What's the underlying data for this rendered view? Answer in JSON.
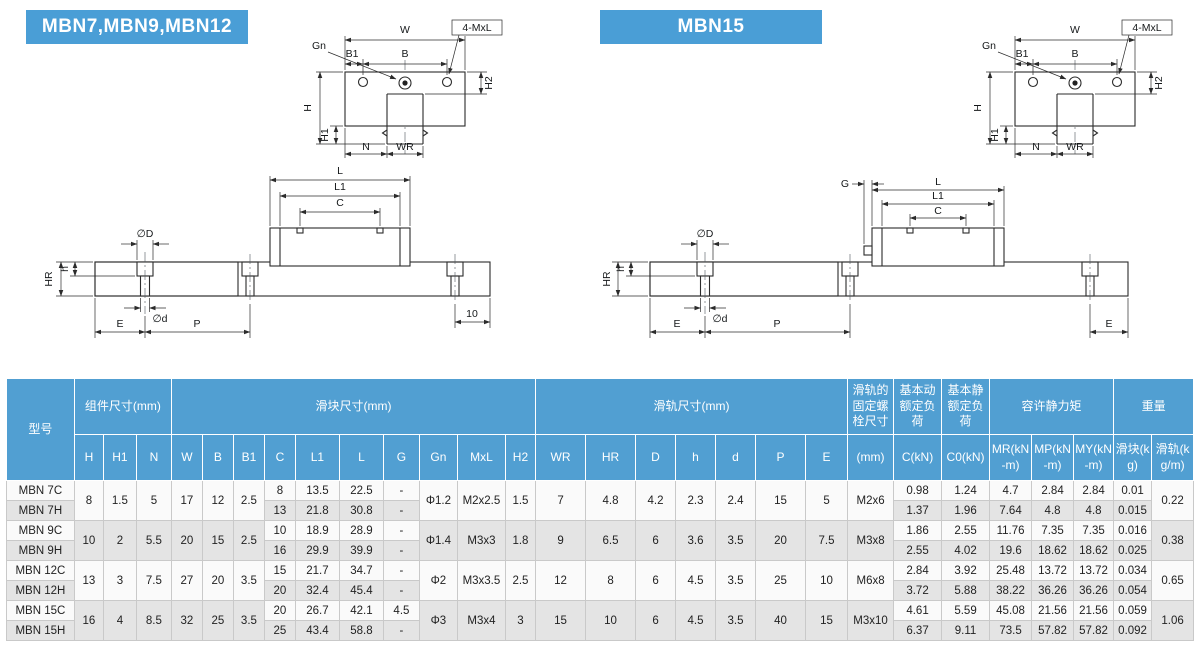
{
  "colors": {
    "accent": "#4a9ed6",
    "header-blue": "#519fd2",
    "row-white": "#fafafa",
    "row-gray": "#e4e4e4",
    "line": "#2b2b2b"
  },
  "diagrams": {
    "left": {
      "title": "MBN7,MBN9,MBN12",
      "labels": {
        "W": "W",
        "B1": "B1",
        "B": "B",
        "Gn": "Gn",
        "MxL4": "4-MxL",
        "H": "H",
        "H1": "H1",
        "H2": "H2",
        "N": "N",
        "WR": "WR",
        "L": "L",
        "L1": "L1",
        "C": "C",
        "DD": "∅D",
        "dd": "∅d",
        "HR": "HR",
        "h": "h",
        "E": "E",
        "P": "P",
        "end10": "10"
      }
    },
    "right": {
      "title": "MBN15",
      "labels": {
        "W": "W",
        "B1": "B1",
        "B": "B",
        "Gn": "Gn",
        "MxL4": "4-MxL",
        "H": "H",
        "H1": "H1",
        "H2": "H2",
        "N": "N",
        "WR": "WR",
        "G": "G",
        "L": "L",
        "L1": "L1",
        "C": "C",
        "DD": "∅D",
        "dd": "∅d",
        "HR": "HR",
        "h": "h",
        "E1": "E",
        "P": "P",
        "E2": "E"
      }
    }
  },
  "table": {
    "header": {
      "model": "型号",
      "group_assembly": "组件尺寸(mm)",
      "group_block": "滑块尺寸(mm)",
      "group_rail": "滑轨尺寸(mm)",
      "group_bolt": "滑轨的固定螺栓尺寸",
      "group_dynamic": "基本动额定负荷",
      "group_static": "基本静额定负荷",
      "group_moment": "容许静力矩",
      "group_weight": "重量",
      "sub": {
        "H": "H",
        "H1": "H1",
        "N": "N",
        "W": "W",
        "B": "B",
        "B1": "B1",
        "C": "C",
        "L1": "L1",
        "L": "L",
        "G": "G",
        "Gn": "Gn",
        "MxL": "MxL",
        "H2": "H2",
        "WR": "WR",
        "HR": "HR",
        "D": "D",
        "h": "h",
        "d": "d",
        "P": "P",
        "E": "E",
        "bolt_mm": "(mm)",
        "CkN": "C(kN)",
        "C0kN": "C0(kN)",
        "MR": "MR(kN-m)",
        "MP": "MP(kN-m)",
        "MY": "MY(kN-m)",
        "block": "滑块(kg)",
        "rail": "滑轨(kg/m)"
      }
    },
    "pairs": [
      {
        "shared": {
          "H": "8",
          "H1": "1.5",
          "N": "5",
          "W": "17",
          "B": "12",
          "B1": "2.5",
          "Gn": "Φ1.2",
          "MxL": "M2x2.5",
          "H2": "1.5",
          "WR": "7",
          "HR": "4.8",
          "D": "4.2",
          "h": "2.3",
          "d": "2.4",
          "P": "15",
          "E": "5",
          "bolt": "M2x6",
          "rail": "0.22"
        },
        "rows": [
          {
            "model": "MBN 7C",
            "C": "8",
            "L1": "13.5",
            "L": "22.5",
            "G": "-",
            "CkN": "0.98",
            "C0kN": "1.24",
            "MR": "4.7",
            "MP": "2.84",
            "MY": "2.84",
            "blk": "0.01"
          },
          {
            "model": "MBN 7H",
            "C": "13",
            "L1": "21.8",
            "L": "30.8",
            "G": "-",
            "CkN": "1.37",
            "C0kN": "1.96",
            "MR": "7.64",
            "MP": "4.8",
            "MY": "4.8",
            "blk": "0.015"
          }
        ]
      },
      {
        "shared": {
          "H": "10",
          "H1": "2",
          "N": "5.5",
          "W": "20",
          "B": "15",
          "B1": "2.5",
          "Gn": "Φ1.4",
          "MxL": "M3x3",
          "H2": "1.8",
          "WR": "9",
          "HR": "6.5",
          "D": "6",
          "h": "3.6",
          "d": "3.5",
          "P": "20",
          "E": "7.5",
          "bolt": "M3x8",
          "rail": "0.38"
        },
        "rows": [
          {
            "model": "MBN 9C",
            "C": "10",
            "L1": "18.9",
            "L": "28.9",
            "G": "-",
            "CkN": "1.86",
            "C0kN": "2.55",
            "MR": "11.76",
            "MP": "7.35",
            "MY": "7.35",
            "blk": "0.016"
          },
          {
            "model": "MBN 9H",
            "C": "16",
            "L1": "29.9",
            "L": "39.9",
            "G": "-",
            "CkN": "2.55",
            "C0kN": "4.02",
            "MR": "19.6",
            "MP": "18.62",
            "MY": "18.62",
            "blk": "0.025"
          }
        ]
      },
      {
        "shared": {
          "H": "13",
          "H1": "3",
          "N": "7.5",
          "W": "27",
          "B": "20",
          "B1": "3.5",
          "Gn": "Φ2",
          "MxL": "M3x3.5",
          "H2": "2.5",
          "WR": "12",
          "HR": "8",
          "D": "6",
          "h": "4.5",
          "d": "3.5",
          "P": "25",
          "E": "10",
          "bolt": "M6x8",
          "rail": "0.65"
        },
        "rows": [
          {
            "model": "MBN 12C",
            "C": "15",
            "L1": "21.7",
            "L": "34.7",
            "G": "-",
            "CkN": "2.84",
            "C0kN": "3.92",
            "MR": "25.48",
            "MP": "13.72",
            "MY": "13.72",
            "blk": "0.034"
          },
          {
            "model": "MBN 12H",
            "C": "20",
            "L1": "32.4",
            "L": "45.4",
            "G": "-",
            "CkN": "3.72",
            "C0kN": "5.88",
            "MR": "38.22",
            "MP": "36.26",
            "MY": "36.26",
            "blk": "0.054"
          }
        ]
      },
      {
        "shared": {
          "H": "16",
          "H1": "4",
          "N": "8.5",
          "W": "32",
          "B": "25",
          "B1": "3.5",
          "Gn": "Φ3",
          "MxL": "M3x4",
          "H2": "3",
          "WR": "15",
          "HR": "10",
          "D": "6",
          "h": "4.5",
          "d": "3.5",
          "P": "40",
          "E": "15",
          "bolt": "M3x10",
          "rail": "1.06"
        },
        "rows": [
          {
            "model": "MBN 15C",
            "C": "20",
            "L1": "26.7",
            "L": "42.1",
            "G": "4.5",
            "CkN": "4.61",
            "C0kN": "5.59",
            "MR": "45.08",
            "MP": "21.56",
            "MY": "21.56",
            "blk": "0.059"
          },
          {
            "model": "MBN 15H",
            "C": "25",
            "L1": "43.4",
            "L": "58.8",
            "G": "-",
            "CkN": "6.37",
            "C0kN": "9.11",
            "MR": "73.5",
            "MP": "57.82",
            "MY": "57.82",
            "blk": "0.092"
          }
        ]
      }
    ]
  }
}
